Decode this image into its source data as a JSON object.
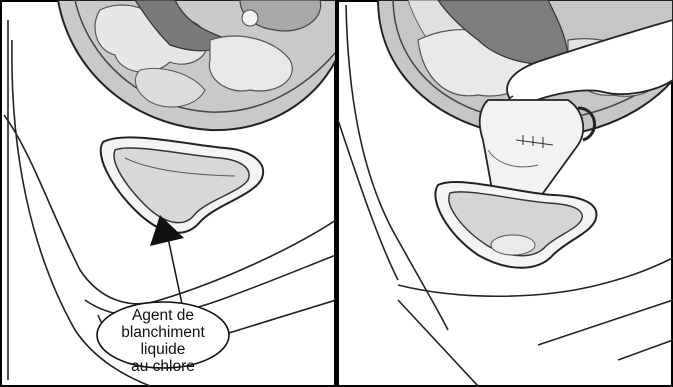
{
  "illustration": {
    "left_panel": {
      "callout": {
        "line1": "Agent de",
        "line2": "blanchiment liquide",
        "line3": "au chlore"
      }
    },
    "right_panel": {}
  }
}
